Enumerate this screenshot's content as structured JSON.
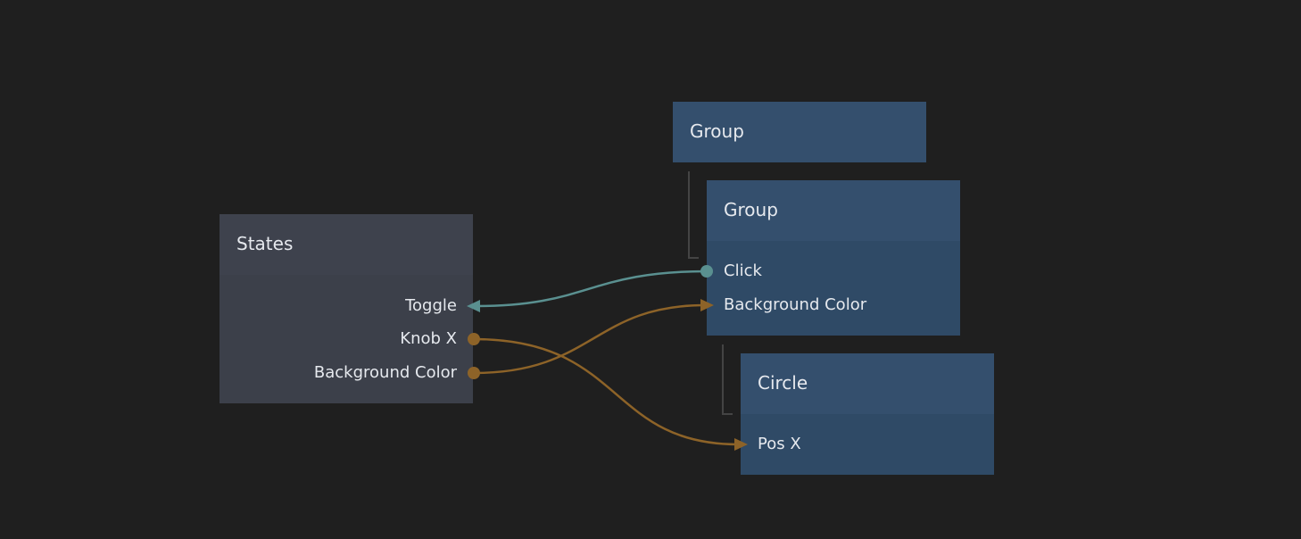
{
  "colors": {
    "background": "#1f1f1f",
    "visual_node": "#344f6d",
    "logic_node": "#3e424d",
    "signal_wire": "#5a9090",
    "value_wire": "#8d6328"
  },
  "nodes": {
    "group_outer": {
      "title": "Group"
    },
    "group_inner": {
      "title": "Group",
      "ports": {
        "click": "Click",
        "background_color": "Background Color"
      }
    },
    "circle": {
      "title": "Circle",
      "ports": {
        "pos_x": "Pos X"
      }
    },
    "states": {
      "title": "States",
      "ports": {
        "toggle": "Toggle",
        "knob_x": "Knob X",
        "background_color": "Background Color"
      }
    }
  },
  "connections": [
    {
      "from": "Group.Click",
      "to": "States.Toggle",
      "type": "signal"
    },
    {
      "from": "States.Background Color",
      "to": "Group.Background Color",
      "type": "value"
    },
    {
      "from": "States.Knob X",
      "to": "Circle.Pos X",
      "type": "value"
    }
  ]
}
